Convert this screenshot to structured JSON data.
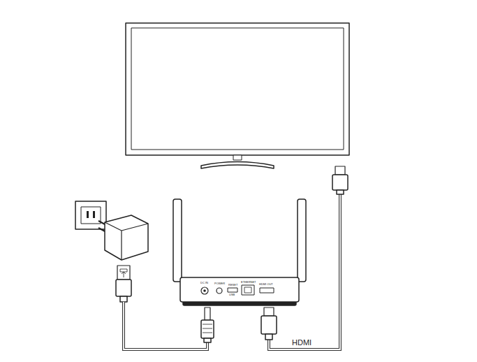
{
  "diagram": {
    "labels": [
      "DC IN",
      "POWER",
      "RESET",
      "USB",
      "ETHERNET",
      "HDMI OUT",
      "HDMI"
    ]
  }
}
